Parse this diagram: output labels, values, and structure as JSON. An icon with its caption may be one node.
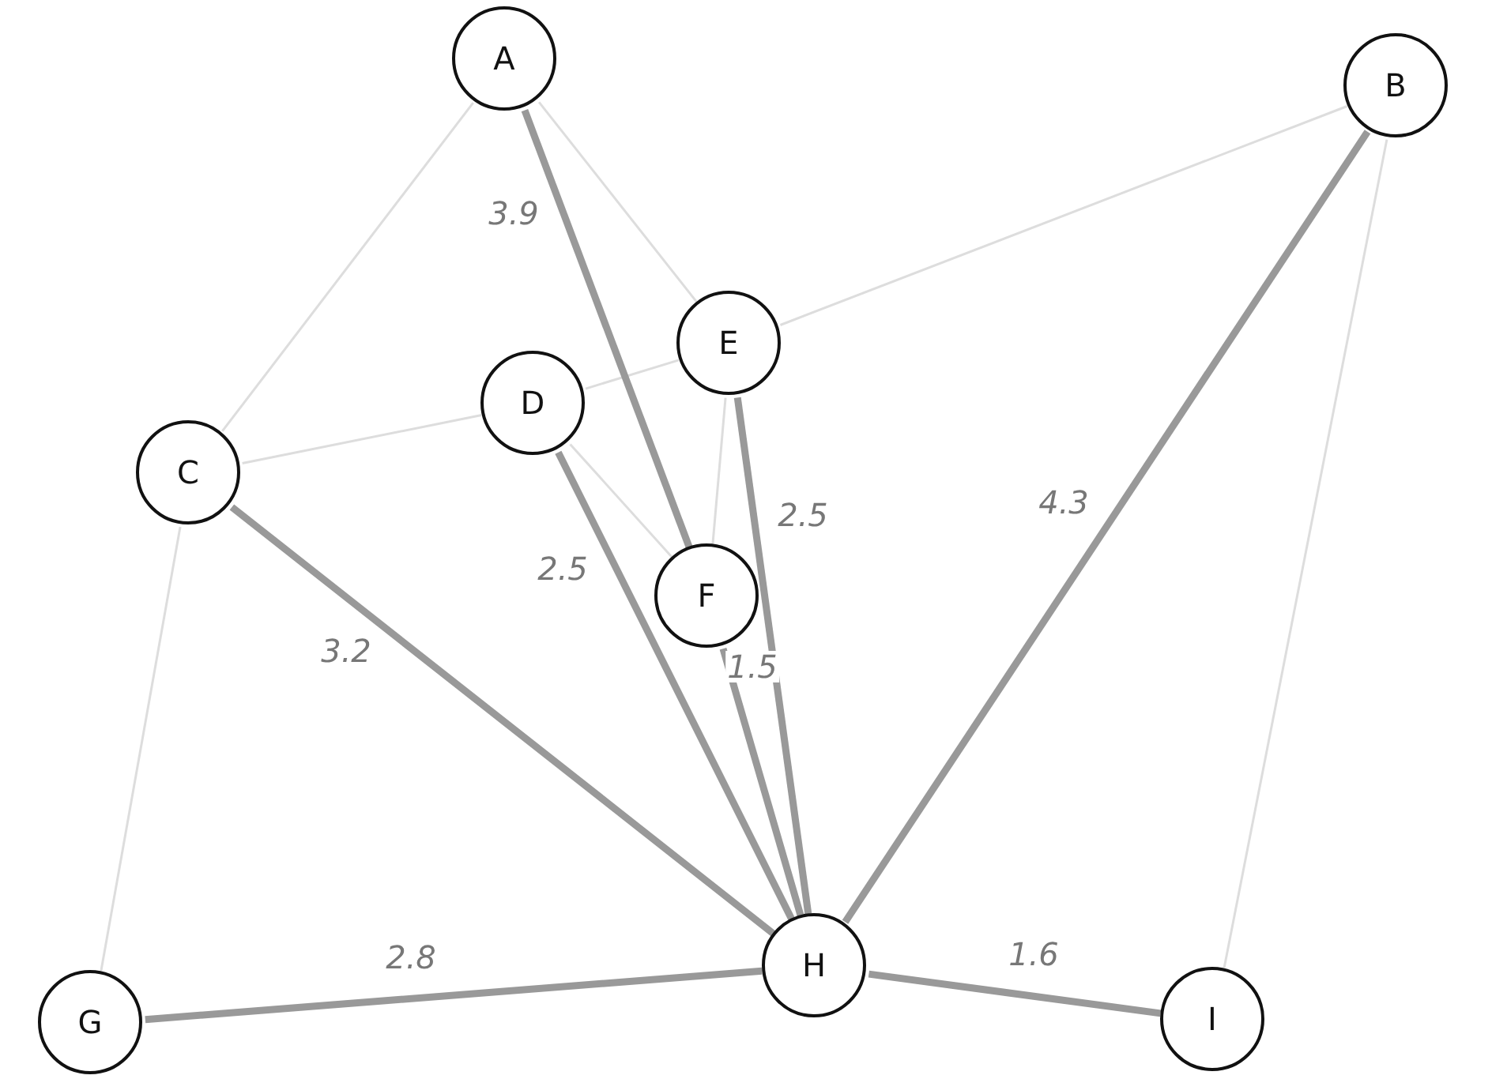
{
  "diagram": {
    "nodes": [
      {
        "text": [
          "A"
        ]
      },
      {
        "text": [
          "B"
        ]
      },
      {
        "text": [
          "C"
        ]
      },
      {
        "text": [
          "D"
        ]
      },
      {
        "text": [
          "E"
        ]
      },
      {
        "text": [
          "F"
        ]
      },
      {
        "text": [
          "G"
        ]
      },
      {
        "text": [
          "H"
        ]
      },
      {
        "text": [
          "I"
        ]
      }
    ],
    "edges": [
      {
        "from": 0,
        "to": 2,
        "arrow": "none"
      },
      {
        "from": 0,
        "to": 4,
        "arrow": "none"
      },
      {
        "from": 1,
        "to": 4,
        "arrow": "none"
      },
      {
        "from": 1,
        "to": 8,
        "arrow": "none"
      },
      {
        "from": 2,
        "to": 3,
        "arrow": "none"
      },
      {
        "from": 3,
        "to": 4,
        "arrow": "none"
      },
      {
        "from": 3,
        "to": 5,
        "arrow": "none"
      },
      {
        "from": 4,
        "to": 5,
        "arrow": "none"
      },
      {
        "from": 2,
        "to": 6,
        "arrow": "none"
      },
      {
        "from": 0,
        "to": 5,
        "arrow": "none",
        "label": "3.9",
        "style": "thick",
        "color": "#999999"
      },
      {
        "from": 5,
        "to": 7,
        "arrow": "none",
        "label": "1.5",
        "style": "thick",
        "color": "#999999"
      },
      {
        "from": 3,
        "to": 7,
        "arrow": "none",
        "label": "2.5",
        "style": "thick",
        "color": "#999999"
      },
      {
        "from": 4,
        "to": 7,
        "arrow": "none",
        "label": "2.5",
        "style": "thick",
        "color": "#999999"
      },
      {
        "from": 1,
        "to": 7,
        "arrow": "none",
        "label": "4.3",
        "style": "thick",
        "color": "#999999"
      },
      {
        "from": 2,
        "to": 7,
        "arrow": "none",
        "label": "3.2",
        "style": "thick",
        "color": "#999999"
      },
      {
        "from": 6,
        "to": 7,
        "arrow": "none",
        "label": "2.8",
        "style": "thick",
        "color": "#999999"
      },
      {
        "from": 7,
        "to": 8,
        "arrow": "none",
        "label": "1.6",
        "style": "thick",
        "color": "#999999"
      }
    ]
  }
}
